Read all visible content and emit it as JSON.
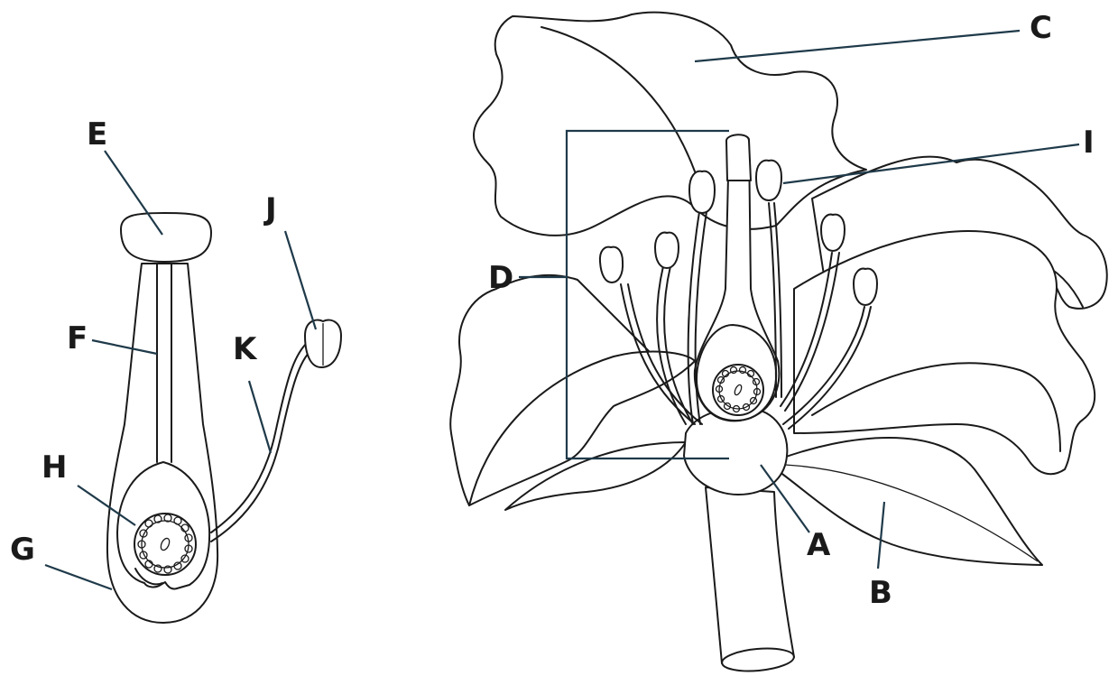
{
  "diagram": {
    "labels": {
      "A": "A",
      "B": "B",
      "C": "C",
      "D": "D",
      "E": "E",
      "F": "F",
      "G": "G",
      "H": "H",
      "I": "I",
      "J": "J",
      "K": "K"
    },
    "colors": {
      "outline": "#1a1a1a",
      "leader": "#1f3a4a",
      "background": "#ffffff"
    }
  }
}
